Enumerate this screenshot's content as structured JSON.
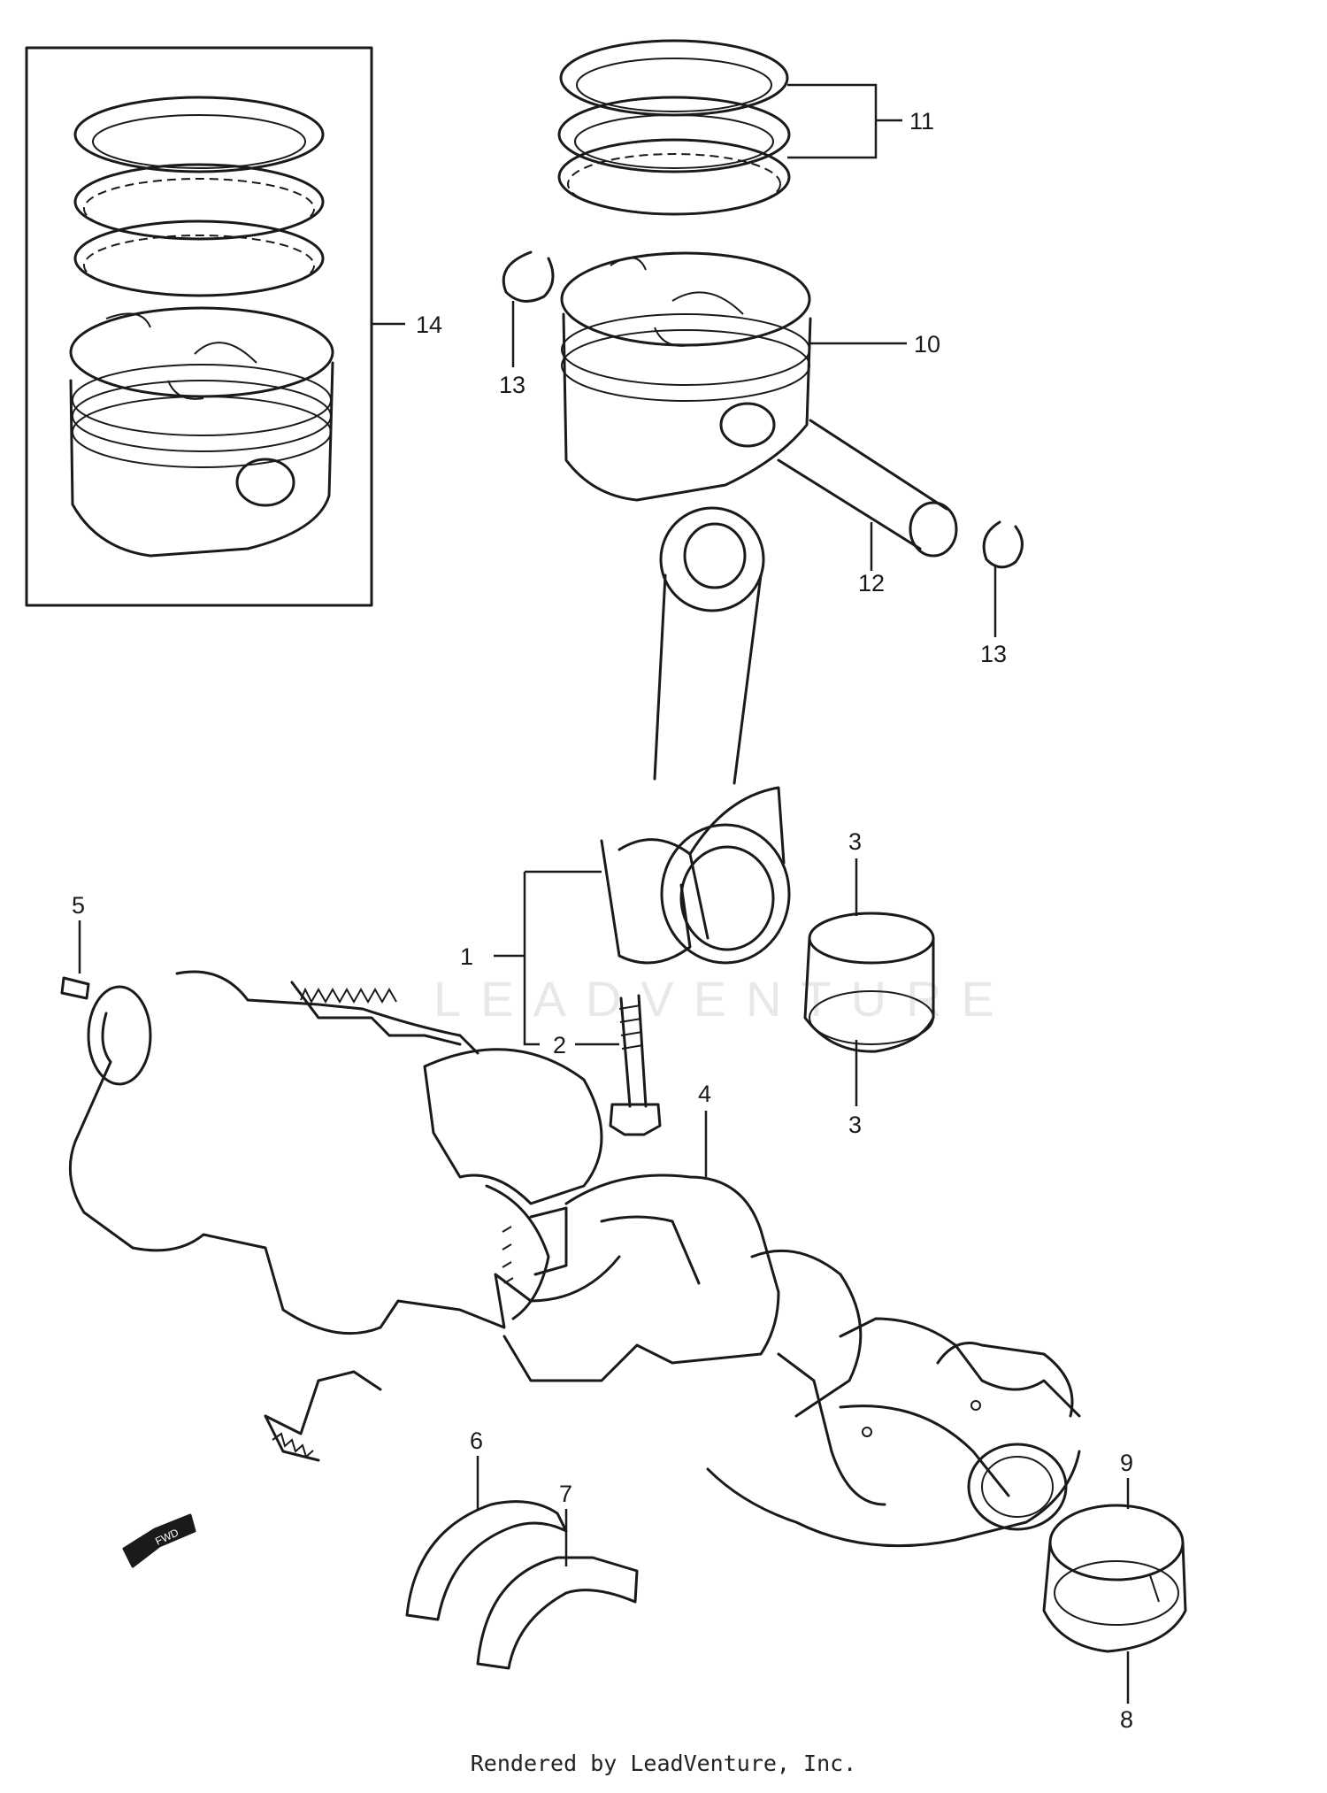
{
  "watermark": "LEADVENTURE",
  "footer": "Rendered by LeadVenture, Inc.",
  "callouts": {
    "c1": "1",
    "c2": "2",
    "c3a": "3",
    "c3b": "3",
    "c4": "4",
    "c5": "5",
    "c6": "6",
    "c7": "7",
    "c8": "8",
    "c9": "9",
    "c10": "10",
    "c11": "11",
    "c12": "12",
    "c13a": "13",
    "c13b": "13",
    "c14": "14"
  },
  "fwd_label": "FWD"
}
